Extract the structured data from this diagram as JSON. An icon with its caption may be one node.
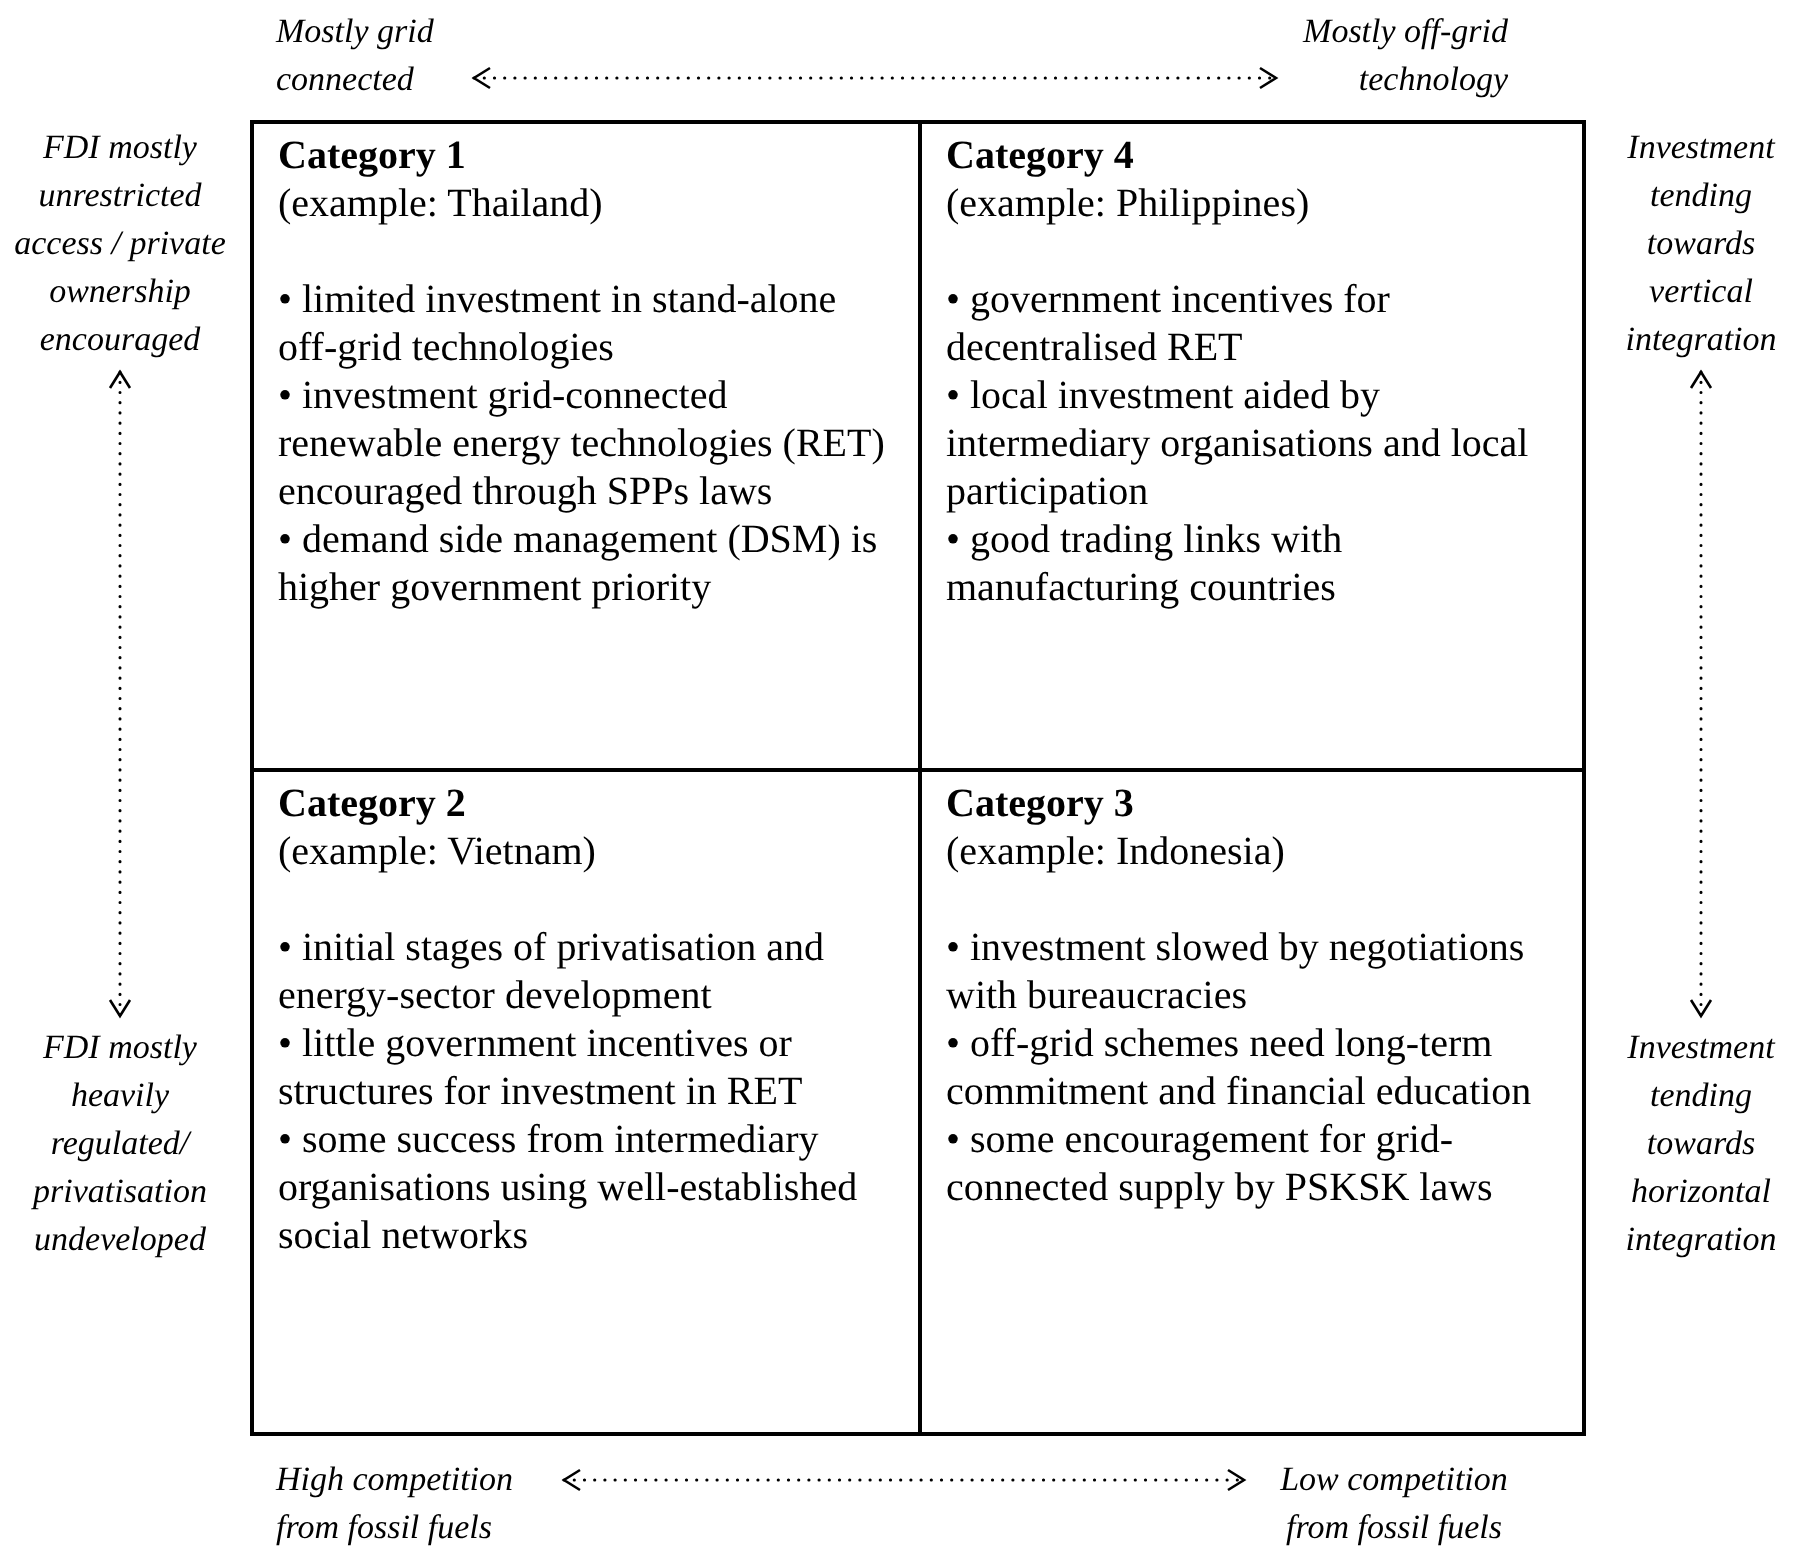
{
  "diagram": {
    "nodes": [
      {
        "text": [
          "Mostly grid connected"
        ]
      },
      {
        "text": [
          "Mostly off-grid technology"
        ]
      },
      {
        "text": [
          "FDI mostly unrestricted access / private ownership encouraged"
        ]
      },
      {
        "text": [
          "Category 1",
          "(example: Thailand)",
          "• limited investment in stand-alone off-grid technologies",
          "• investment grid-connected renewable energy technologies (RET) encouraged through SPPs laws",
          "• demand side management (DSM) is higher government priority"
        ]
      },
      {
        "text": [
          "Category 4",
          "(example: Philippines)",
          "• government incentives for decentralised RET",
          "• local investment aided by intermediary organisations and local participation",
          "• good trading links with manufacturing countries"
        ]
      },
      {
        "text": [
          "Investment tending towards vertical integration"
        ]
      },
      {
        "text": [
          "Category 2",
          "(example: Vietnam)",
          "• initial stages of privatisation and energy-sector development",
          "• little government incentives or structures for investment in RET",
          "• some success from intermediary organisations using well-established social networks"
        ]
      },
      {
        "text": [
          "Category 3",
          "(example: Indonesia)",
          "• investment slowed by negotiations with bureaucracies",
          "• off-grid schemes need long-term commitment and financial education",
          "• some encouragement for grid-connected supply by PSKSK laws"
        ]
      },
      {
        "text": [
          "FDI mostly heavily regulated/ privatisation undeveloped"
        ]
      },
      {
        "text": [
          "Investment tending towards horizontal integration"
        ]
      },
      {
        "text": [
          "High competition from fossil fuels"
        ]
      },
      {
        "text": [
          "Low competition from fossil fuels"
        ]
      }
    ],
    "edges": [
      {
        "from": 0,
        "to": 1,
        "arrow": "both",
        "style": "dashed"
      },
      {
        "from": 2,
        "to": 8,
        "arrow": "both",
        "style": "dashed"
      },
      {
        "from": 5,
        "to": 9,
        "arrow": "both",
        "style": "dashed"
      },
      {
        "from": 10,
        "to": 11,
        "arrow": "both",
        "style": "dashed"
      }
    ]
  }
}
